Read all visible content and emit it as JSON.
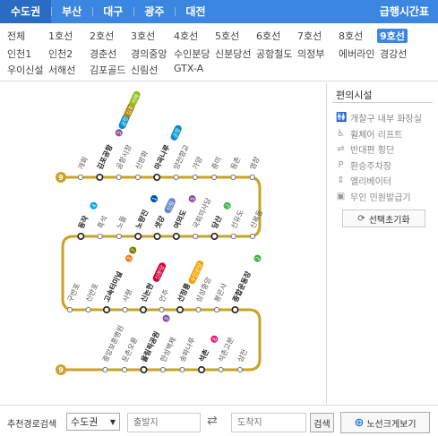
{
  "regions": [
    {
      "label": "수도권",
      "active": true
    },
    {
      "label": "부산",
      "active": false
    },
    {
      "label": "대구",
      "active": false
    },
    {
      "label": "광주",
      "active": false
    },
    {
      "label": "대전",
      "active": false
    }
  ],
  "express_link": "급행시간표",
  "lines": [
    {
      "label": "전체"
    },
    {
      "label": "1호선"
    },
    {
      "label": "2호선"
    },
    {
      "label": "3호선"
    },
    {
      "label": "4호선"
    },
    {
      "label": "5호선"
    },
    {
      "label": "6호선"
    },
    {
      "label": "7호선"
    },
    {
      "label": "8호선"
    },
    {
      "label": "9호선",
      "selected": true
    },
    {
      "label": "인천1"
    },
    {
      "label": "인천2"
    },
    {
      "label": "경춘선"
    },
    {
      "label": "경의중앙"
    },
    {
      "label": "수인분당"
    },
    {
      "label": "신분당선"
    },
    {
      "label": "공항철도"
    },
    {
      "label": "의정부"
    },
    {
      "label": "에버라인"
    },
    {
      "label": "경강선"
    },
    {
      "label": "우이신설"
    },
    {
      "label": "서해선"
    },
    {
      "label": "김포골드"
    },
    {
      "label": "신림선"
    },
    {
      "label": "GTX-A"
    }
  ],
  "map": {
    "line_number": "9",
    "line_color": "#c9a227",
    "stations": [
      {
        "name": "개화",
        "transfer": false
      },
      {
        "name": "김포공항",
        "transfer": true,
        "badges": [
          {
            "label": "5",
            "color": "#8b50a4"
          },
          {
            "label": "공항",
            "color": "#0090d2"
          },
          {
            "label": "김포",
            "color": "#ad8605"
          },
          {
            "label": "서해",
            "color": "#8fc31f"
          }
        ]
      },
      {
        "name": "공항시장",
        "transfer": false
      },
      {
        "name": "신방화",
        "transfer": false
      },
      {
        "name": "마곡나루",
        "transfer": true,
        "badges": [
          {
            "label": "공항",
            "color": "#0090d2"
          }
        ]
      },
      {
        "name": "양천향교",
        "transfer": false
      },
      {
        "name": "가양",
        "transfer": false
      },
      {
        "name": "증미",
        "transfer": false
      },
      {
        "name": "등촌",
        "transfer": false
      },
      {
        "name": "염창",
        "transfer": false
      },
      {
        "name": "신목동",
        "transfer": false
      },
      {
        "name": "선유도",
        "transfer": false
      },
      {
        "name": "당산",
        "transfer": true,
        "badges": [
          {
            "label": "2",
            "color": "#3cb44a"
          }
        ]
      },
      {
        "name": "국회의사당",
        "transfer": false
      },
      {
        "name": "여의도",
        "transfer": true,
        "badges": [
          {
            "label": "5",
            "color": "#8b50a4"
          }
        ]
      },
      {
        "name": "샛강",
        "transfer": true,
        "badges": [
          {
            "label": "신림",
            "color": "#6789ca"
          }
        ]
      },
      {
        "name": "노량진",
        "transfer": true,
        "badges": [
          {
            "label": "1",
            "color": "#0052a4"
          }
        ]
      },
      {
        "name": "노들",
        "transfer": false
      },
      {
        "name": "흑석",
        "transfer": false
      },
      {
        "name": "동작",
        "transfer": true,
        "badges": [
          {
            "label": "4",
            "color": "#00a5de"
          }
        ]
      },
      {
        "name": "구반포",
        "transfer": false
      },
      {
        "name": "신반포",
        "transfer": false
      },
      {
        "name": "고속터미널",
        "transfer": true,
        "badges": [
          {
            "label": "3",
            "color": "#ef7c1c"
          },
          {
            "label": "7",
            "color": "#747f00"
          }
        ]
      },
      {
        "name": "사평",
        "transfer": false
      },
      {
        "name": "신논현",
        "transfer": true,
        "badges": [
          {
            "label": "신분당",
            "color": "#d4003b"
          }
        ]
      },
      {
        "name": "언주",
        "transfer": false
      },
      {
        "name": "선정릉",
        "transfer": true,
        "badges": [
          {
            "label": "수인분당",
            "color": "#f5a200"
          }
        ]
      },
      {
        "name": "삼성중앙",
        "transfer": false
      },
      {
        "name": "봉은사",
        "transfer": false
      },
      {
        "name": "종합운동장",
        "transfer": true,
        "badges": [
          {
            "label": "2",
            "color": "#3cb44a"
          }
        ]
      },
      {
        "name": "삼전",
        "transfer": false
      },
      {
        "name": "석촌고분",
        "transfer": false
      },
      {
        "name": "석촌",
        "transfer": true,
        "badges": [
          {
            "label": "8",
            "color": "#e6186c"
          }
        ]
      },
      {
        "name": "송파나루",
        "transfer": false
      },
      {
        "name": "한성백제",
        "transfer": false
      },
      {
        "name": "올림픽공원",
        "transfer": true,
        "badges": [
          {
            "label": "5",
            "color": "#8b50a4"
          }
        ]
      },
      {
        "name": "둔촌오륜",
        "transfer": false
      },
      {
        "name": "중앙보훈병원",
        "transfer": false
      }
    ]
  },
  "facilities": {
    "title": "편의시설",
    "items": [
      {
        "label": "개찰구 내부 화장실",
        "icon": "restroom-icon"
      },
      {
        "label": "휠체어 리프트",
        "icon": "wheelchair-icon"
      },
      {
        "label": "반대편 횡단",
        "icon": "crossing-icon"
      },
      {
        "label": "환승주차장",
        "icon": "parking-icon"
      },
      {
        "label": "엘리베이터",
        "icon": "elevator-icon"
      },
      {
        "label": "무인 민원발급기",
        "icon": "kiosk-icon"
      }
    ],
    "reset_label": "선택초기화"
  },
  "search": {
    "label": "추천경로검색",
    "region_value": "수도권",
    "origin_placeholder": "출발지",
    "dest_placeholder": "도착지",
    "search_label": "검색",
    "bigmap_label": "노선크게보기"
  }
}
